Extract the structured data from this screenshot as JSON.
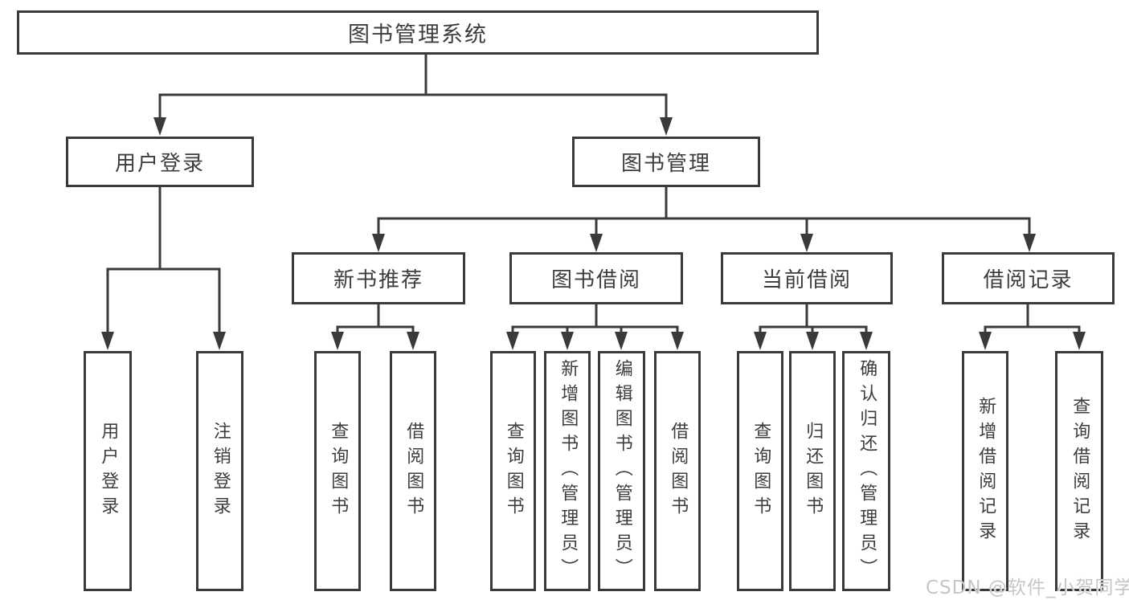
{
  "diagram_title": "图书管理系统",
  "tree": {
    "root": {
      "label": "图书管理系统"
    },
    "branches": [
      {
        "label": "用户登录",
        "children": [
          {
            "label": "用户登录"
          },
          {
            "label": "注销登录"
          }
        ]
      },
      {
        "label": "图书管理",
        "children": [
          {
            "label": "新书推荐",
            "children": [
              {
                "label": "查询图书"
              },
              {
                "label": "借阅图书"
              }
            ]
          },
          {
            "label": "图书借阅",
            "children": [
              {
                "label": "查询图书"
              },
              {
                "label": "新增图书（管理员）"
              },
              {
                "label": "编辑图书（管理员）"
              },
              {
                "label": "借阅图书"
              }
            ]
          },
          {
            "label": "当前借阅",
            "children": [
              {
                "label": "查询图书"
              },
              {
                "label": "归还图书"
              },
              {
                "label": "确认归还（管理员）"
              }
            ]
          },
          {
            "label": "借阅记录",
            "children": [
              {
                "label": "新增借阅记录"
              },
              {
                "label": "查询借阅记录"
              }
            ]
          }
        ]
      }
    ]
  },
  "watermark": {
    "text": "CSDN @软件_小贺同学",
    "color": "#c6c6c6"
  },
  "colors": {
    "line": "#3a3a3a",
    "text": "#3d3d3d",
    "background": "#ffffff"
  }
}
